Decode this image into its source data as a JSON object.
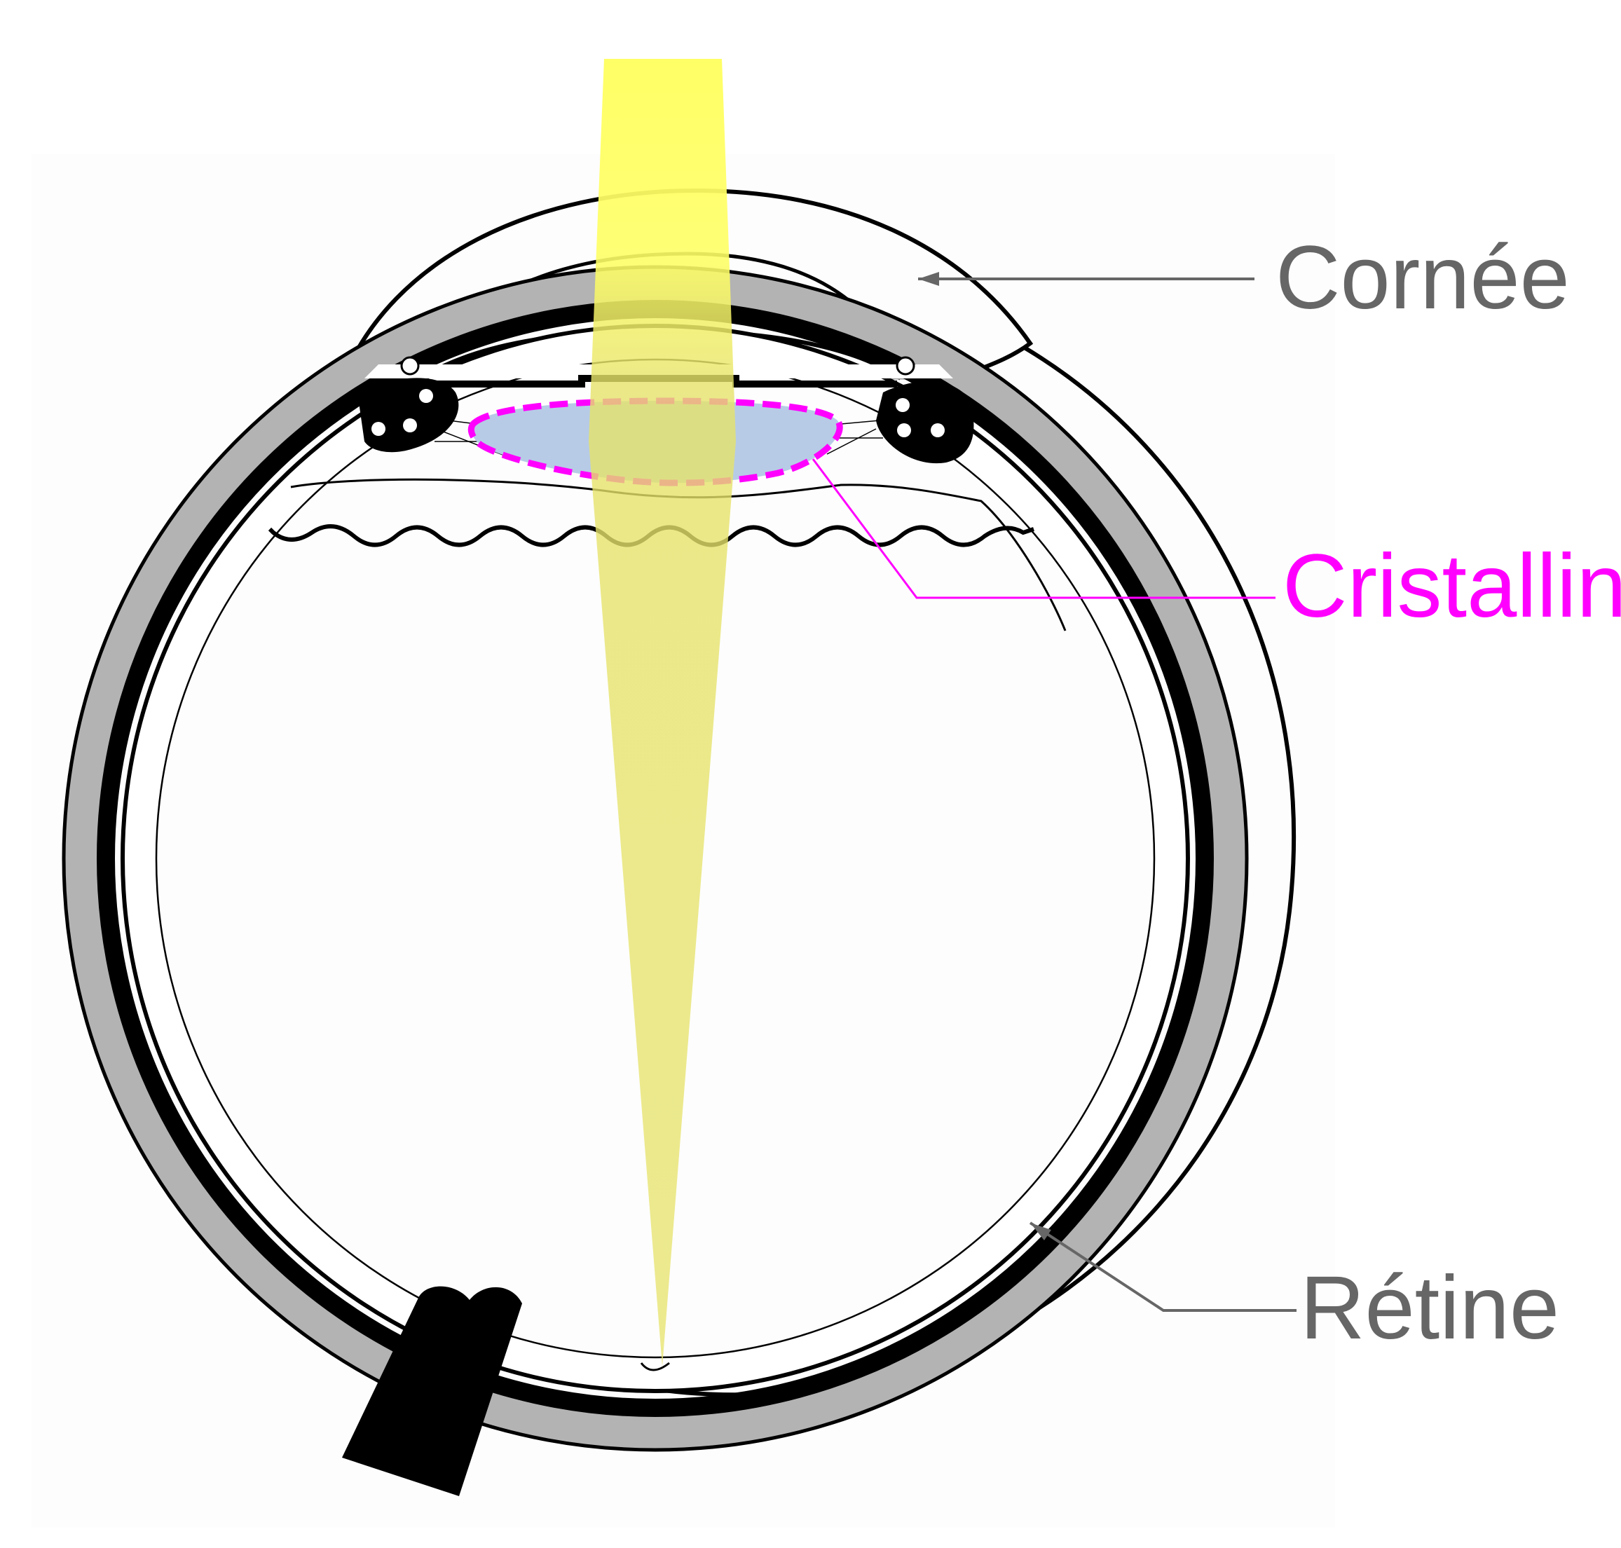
{
  "labels": {
    "cornea": "Cornée",
    "lens": "Cristallin",
    "retina": "Rétine"
  },
  "colors": {
    "label_gray": "#666666",
    "lens_highlight": "#ff00ff",
    "lens_fill": "#b7cbe6",
    "light_beam": "#e6e36a",
    "light_beam_top": "#ffff66",
    "sclera_gray": "#b3b3b3"
  }
}
